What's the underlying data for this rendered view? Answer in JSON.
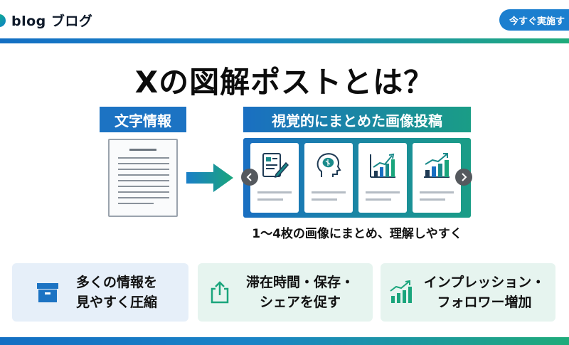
{
  "header": {
    "brand": "blog ブログ",
    "cta_label": "今すぐ実施す"
  },
  "main": {
    "title": "Xの図解ポストとは？",
    "left_label": "文字情報",
    "right_label": "視覚的にまとめた画像投稿",
    "caption": "1〜4枚の画像にまとめ、理解しやすく",
    "cards": [
      {
        "icon": "document-pen-icon"
      },
      {
        "icon": "brain-head-icon"
      },
      {
        "icon": "bar-chart-growth-icon"
      },
      {
        "icon": "bar-chart-trend-icon"
      }
    ]
  },
  "features": [
    {
      "icon": "archive-box-icon",
      "line1": "多くの情報を",
      "line2": "見やすく圧縮"
    },
    {
      "icon": "share-icon",
      "line1": "滞在時間・保存・",
      "line2": "シェアを促す"
    },
    {
      "icon": "growth-chart-icon",
      "line1": "インプレッション・",
      "line2": "フォロワー増加"
    }
  ],
  "colors": {
    "primary_blue": "#1c73c3",
    "accent_green": "#1a9d86",
    "nav_gray": "#55595e"
  }
}
